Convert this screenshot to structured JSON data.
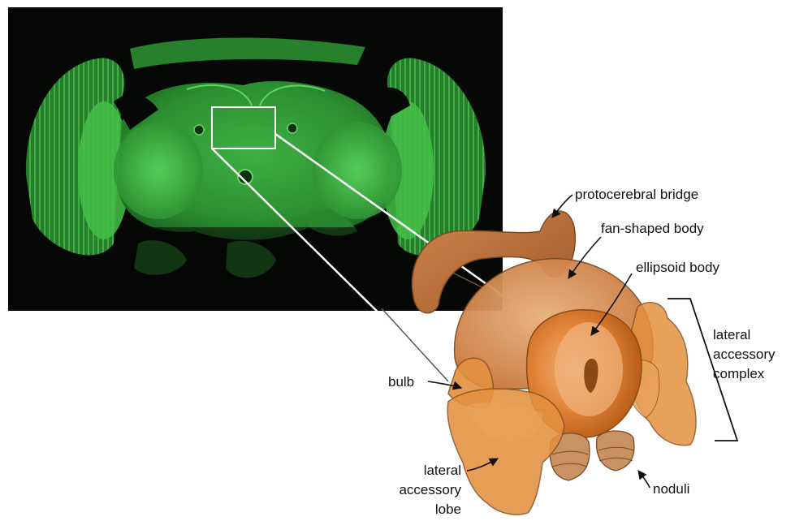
{
  "labels": {
    "protocerebral_bridge": "protocerebral bridge",
    "fan_shaped_body": "fan-shaped body",
    "ellipsoid_body": "ellipsoid body",
    "lateral_accessory_complex": [
      "lateral",
      "accessory",
      "complex"
    ],
    "bulb": "bulb",
    "lateral_accessory_lobe": [
      "lateral",
      "accessory",
      "lobe"
    ],
    "noduli": "noduli"
  },
  "colors": {
    "background": "#ffffff",
    "micrograph_bg": "#050805",
    "tissue": "#2f9a34",
    "tissue_highlight": "#49c94c",
    "inset_box": "#ffffff",
    "bridge": "#b86d37",
    "fan_shaped_body": "#d58a4c",
    "ellipsoid_body": "#d86f1f",
    "accessory_lobe": "#e08a3a",
    "noduli": "#c99263",
    "outline": "#7a4a22",
    "pointer": "#111111"
  },
  "image_description": {
    "micrograph": "fluorescent-green-brain-section",
    "schematic": "central-complex-3d-model"
  }
}
